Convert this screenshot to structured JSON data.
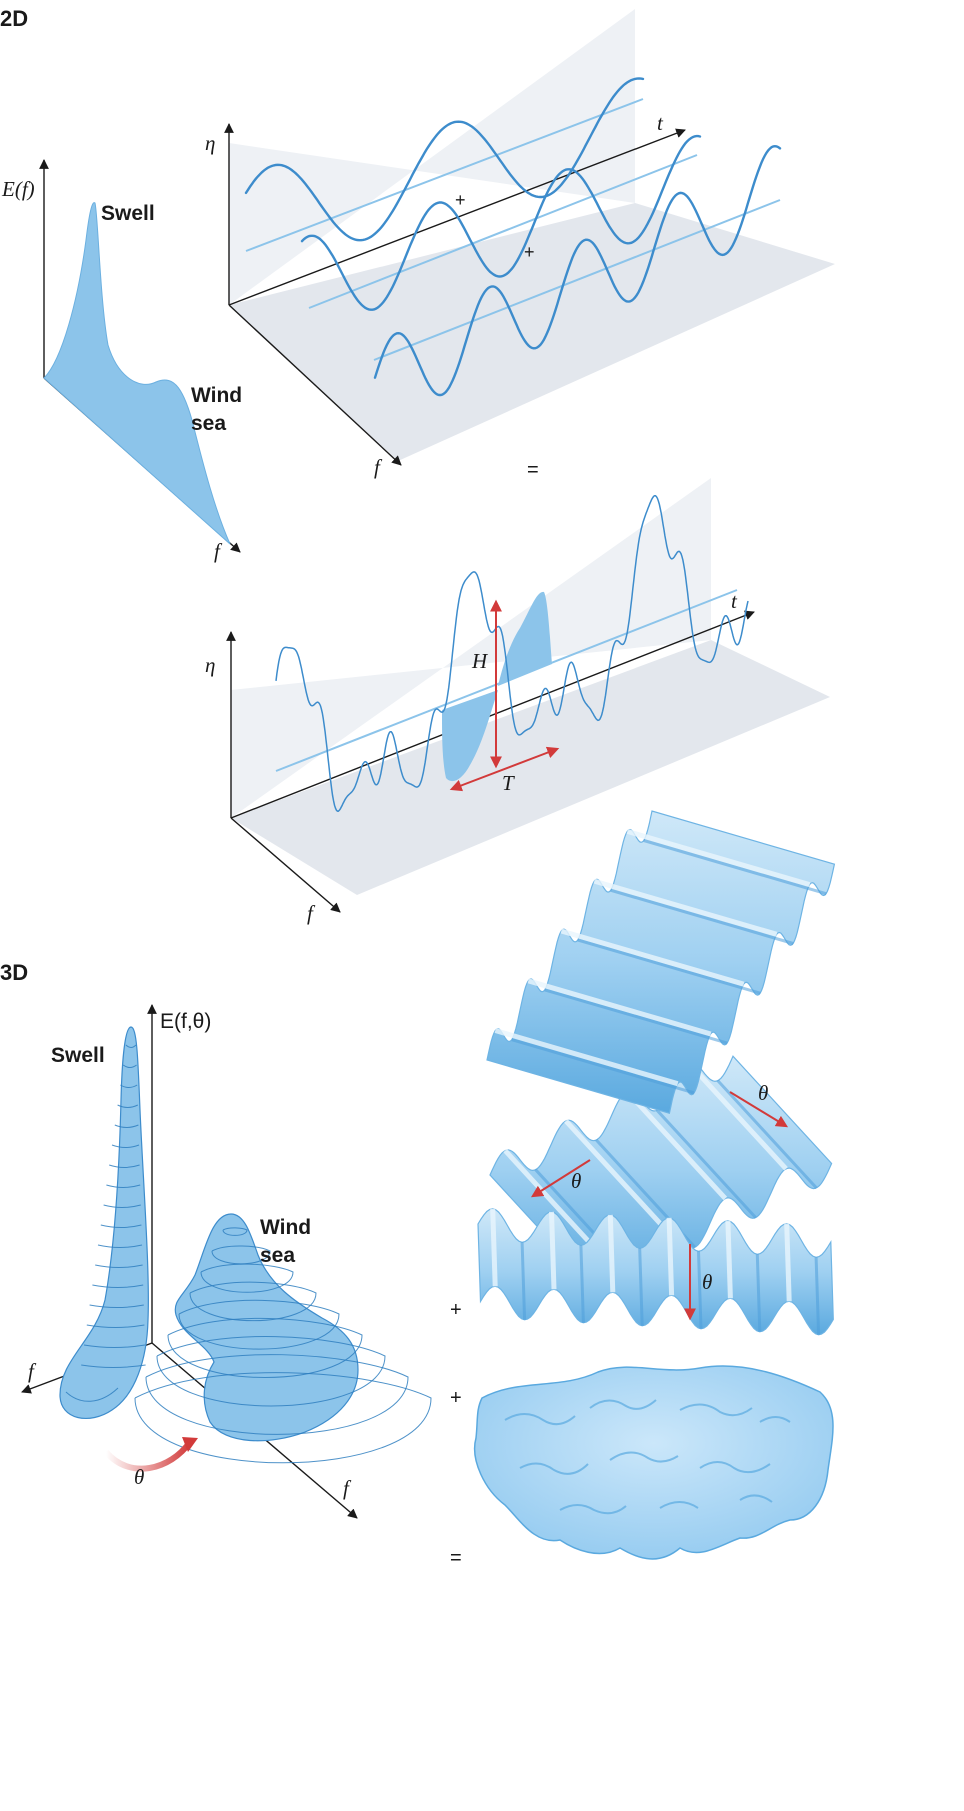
{
  "panel_2d": {
    "heading": "2D",
    "spectrum": {
      "y_label": "E(f)",
      "x_label": "f",
      "swell": "Swell",
      "wind": "Wind",
      "sea": "sea"
    },
    "components": {
      "y_label": "η",
      "x_label": "f",
      "t_label": "t",
      "plus": "+",
      "equals": "="
    },
    "sum": {
      "y_label": "η",
      "x_label": "f",
      "t_label": "t",
      "height": "H",
      "period": "T"
    }
  },
  "panel_3d": {
    "heading": "3D",
    "spectrum": {
      "axis_label": "E(f,θ)",
      "f_left": "f",
      "f_right": "f",
      "theta": "θ",
      "swell": "Swell",
      "wind": "Wind",
      "sea": "sea"
    },
    "waves": {
      "theta": "θ",
      "plus": "+",
      "equals": "="
    }
  },
  "colors": {
    "wave": "#3d8ccc",
    "fill": "#8cc4ea",
    "accent": "#d23a3a",
    "plane": "#e8edf3"
  }
}
